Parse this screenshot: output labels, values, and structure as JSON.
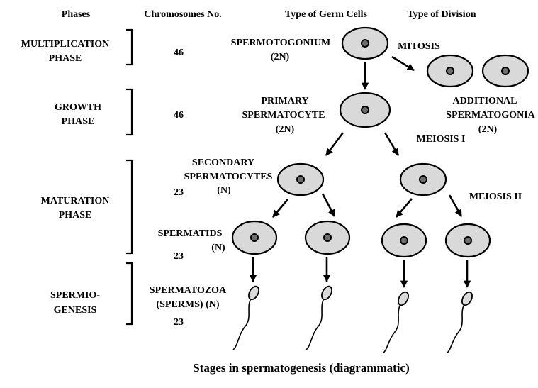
{
  "headers": {
    "phases": "Phases",
    "chromosomes": "Chromosomes No.",
    "germ_cells": "Type of Germ Cells",
    "division": "Type of Division"
  },
  "phases": {
    "multiplication": [
      "MULTIPLICATION",
      "PHASE"
    ],
    "growth": [
      "GROWTH",
      "PHASE"
    ],
    "maturation": [
      "MATURATION",
      "PHASE"
    ],
    "spermiogenesis": [
      "SPERMIO-",
      "GENESIS"
    ]
  },
  "chromosome_numbers": {
    "multiplication": "46",
    "growth": "46",
    "secondary": "23",
    "spermatids": "23",
    "spermatozoa": "23"
  },
  "cells": {
    "spermatogonium": [
      "SPERMOTOGONIUM",
      "(2N)"
    ],
    "primary": [
      "PRIMARY",
      "SPERMATOCYTE",
      "(2N)"
    ],
    "secondary": [
      "SECONDARY",
      "SPERMATOCYTES",
      "(N)"
    ],
    "spermatids": [
      "SPERMATIDS",
      "(N)"
    ],
    "spermatozoa": [
      "SPERMATOZOA",
      "(SPERMS) (N)"
    ],
    "additional": [
      "ADDITIONAL",
      "SPERMATOGONIA",
      "(2N)"
    ]
  },
  "divisions": {
    "mitosis": "MITOSIS",
    "meiosis1": "MEIOSIS I",
    "meiosis2": "MEIOSIS II"
  },
  "caption": "Stages in spermatogenesis (diagrammatic)"
}
